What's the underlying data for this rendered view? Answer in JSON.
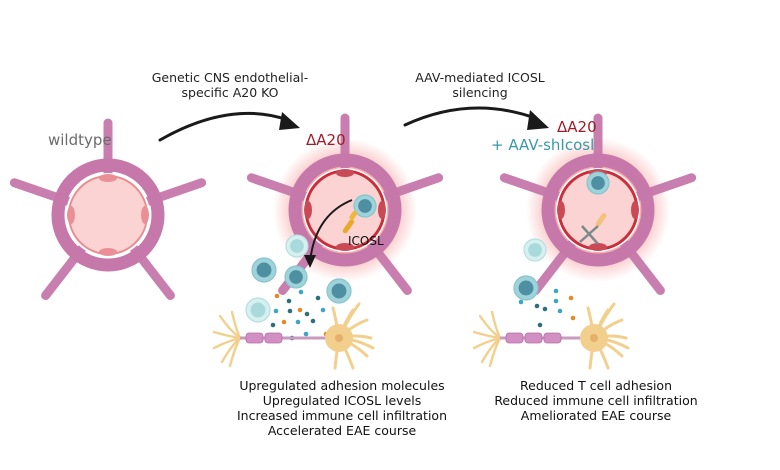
{
  "panels": [
    {
      "id": "wildtype",
      "label": "wildtype"
    },
    {
      "id": "ko",
      "label": "ΔA20",
      "molecule_label": "ICOSL"
    },
    {
      "id": "rescue",
      "label": "ΔA20",
      "sublabel": "+ AAV-shIcosl"
    }
  ],
  "transitions": [
    {
      "line1": "Genetic CNS endothelial-",
      "line2": "specific A20 KO"
    },
    {
      "line1": "AAV-mediated ICOSL",
      "line2": "silencing"
    }
  ],
  "outcomes": {
    "ko": [
      "Upregulated adhesion molecules",
      "Upregulated ICOSL levels",
      "Increased immune cell infiltration",
      "Accelerated EAE course"
    ],
    "rescue": [
      "Reduced T cell adhesion",
      "Reduced immune cell infiltration",
      "Ameliorated EAE course"
    ]
  },
  "colors": {
    "astrocyte": "#c678aa",
    "vessel_lumen": "#fbd3d3",
    "endothelium": "#e88d8f",
    "inflamed_ring": "#c92f3a",
    "glow": "#f26a6a",
    "tcell_outer": "#9fd3da",
    "tcell_inner": "#4e8fa2",
    "neuron": "#f3cf8d",
    "myelin": "#d28fc3",
    "ko_label": "#a01c28",
    "sh_label": "#3a9aa8",
    "wt_label": "#6b6b6b"
  }
}
